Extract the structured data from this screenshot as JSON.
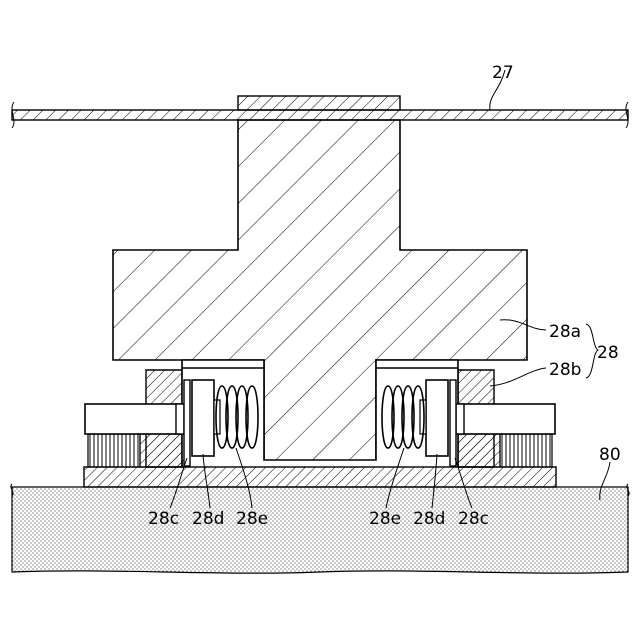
{
  "labels": {
    "plate": "27",
    "base": "80",
    "group": "28",
    "part_a": "28a",
    "part_b": "28b",
    "left_c": "28c",
    "left_d": "28d",
    "left_e": "28e",
    "right_e": "28e",
    "right_d": "28d",
    "right_c": "28c"
  },
  "colors": {
    "stroke": "#000000",
    "background": "#ffffff"
  }
}
